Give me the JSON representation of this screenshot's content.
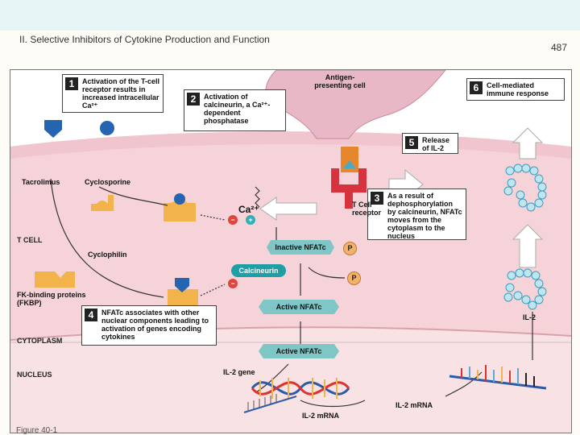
{
  "header": {
    "title": "II. Selective Inhibitors of Cytokine Production and Function",
    "page_number": "487",
    "caption": "Figure 40-1"
  },
  "callouts": [
    {
      "num": "1",
      "text": "Activation of the T-cell receptor results in increased intracellular Ca²⁺"
    },
    {
      "num": "2",
      "text": "Activation of calcineurin, a Ca²⁺-dependent phosphatase"
    },
    {
      "num": "3",
      "text": "As a result of dephosphorylation by calcineurin, NFATc moves from the cytoplasm to the nucleus"
    },
    {
      "num": "4",
      "text": "NFATc associates with other nuclear components leading to activation of genes encoding cytokines"
    },
    {
      "num": "5",
      "text": "Release of IL-2"
    },
    {
      "num": "6",
      "text": "Cell-mediated immune response"
    }
  ],
  "labels": {
    "apc": "Antigen-presenting cell",
    "tacrolimus": "Tacrolimus",
    "cyclosporine": "Cyclosporine",
    "calcium": "Ca²⁺",
    "tcell_receptor": "T Cell receptor",
    "t_cell": "T CELL",
    "cyclophilin": "Cyclophilin",
    "fkbp": "FK-binding proteins (FKBP)",
    "inactive_nfatc": "Inactive NFATc",
    "calcineurin": "Calcineurin",
    "active_nfatc_1": "Active NFATc",
    "active_nfatc_2": "Active NFATc",
    "phosphate": "P",
    "cytoplasm": "CYTOPLASM",
    "nucleus": "NUCLEUS",
    "il2_gene": "IL-2 gene",
    "il2_mrna_1": "IL-2 mRNA",
    "il2_mrna_2": "IL-2 mRNA",
    "il2": "IL-2",
    "minus": "−",
    "plus": "+"
  },
  "colors": {
    "apc": "#e9b8c6",
    "cytoplasm": "#f6d3d9",
    "nucleus": "#f9e2e4",
    "membrane": "#f1c5cd",
    "receptor": "#d6333f",
    "drug_blue": "#2464b0",
    "protein_orange": "#f2b34a",
    "nfatc": "#7fc6c7",
    "calcineurin": "#1f9ea6",
    "il2": "#58b9d8"
  }
}
